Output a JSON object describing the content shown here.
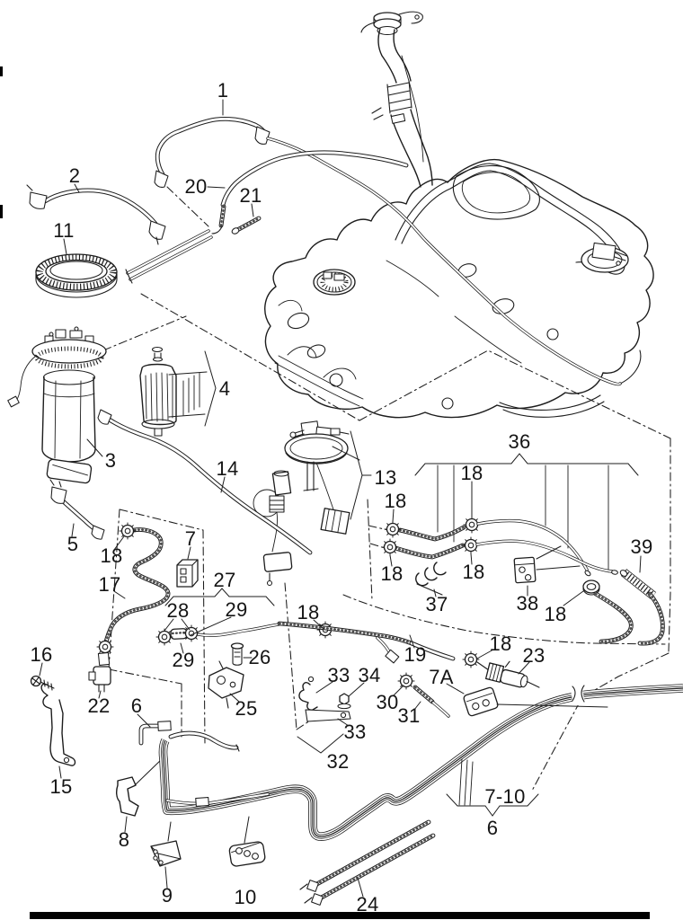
{
  "figure": {
    "kind": "automotive-parts-exploded-diagram",
    "subject": "fuel tank, fuel delivery unit, fuel filter and fuel lines",
    "background_color": "#ffffff",
    "ink_color": "#1d1d1d"
  },
  "callouts": [
    {
      "n": "1"
    },
    {
      "n": "2"
    },
    {
      "n": "20"
    },
    {
      "n": "21"
    },
    {
      "n": "11"
    },
    {
      "n": "4"
    },
    {
      "n": "3"
    },
    {
      "n": "14"
    },
    {
      "n": "36"
    },
    {
      "n": "13"
    },
    {
      "n": "18"
    },
    {
      "n": "18"
    },
    {
      "n": "5"
    },
    {
      "n": "18"
    },
    {
      "n": "7"
    },
    {
      "n": "17"
    },
    {
      "n": "18"
    },
    {
      "n": "18"
    },
    {
      "n": "39"
    },
    {
      "n": "27"
    },
    {
      "n": "28"
    },
    {
      "n": "29"
    },
    {
      "n": "18"
    },
    {
      "n": "37"
    },
    {
      "n": "38"
    },
    {
      "n": "18"
    },
    {
      "n": "16"
    },
    {
      "n": "29"
    },
    {
      "n": "26"
    },
    {
      "n": "18"
    },
    {
      "n": "19"
    },
    {
      "n": "23"
    },
    {
      "n": "33"
    },
    {
      "n": "34"
    },
    {
      "n": "7A"
    },
    {
      "n": "30"
    },
    {
      "n": "31"
    },
    {
      "n": "22"
    },
    {
      "n": "6"
    },
    {
      "n": "25"
    },
    {
      "n": "33"
    },
    {
      "n": "32"
    },
    {
      "n": "15"
    },
    {
      "n": "8"
    },
    {
      "n": "9"
    },
    {
      "n": "10"
    },
    {
      "n": "7-10"
    },
    {
      "n": "6"
    },
    {
      "n": "24"
    }
  ]
}
